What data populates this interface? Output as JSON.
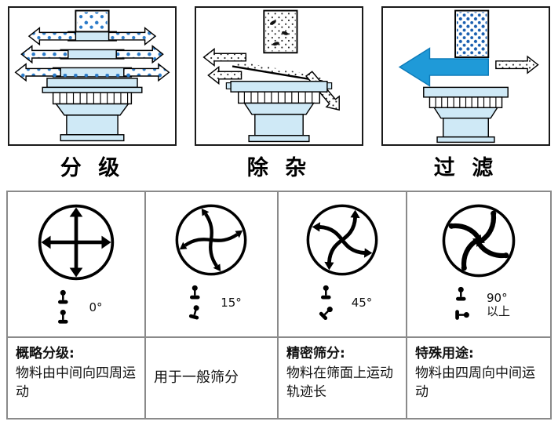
{
  "top_panels": [
    {
      "label": "分 级",
      "icon": "classification-machine-diagram"
    },
    {
      "label": "除 杂",
      "icon": "impurity-removal-machine-diagram"
    },
    {
      "label": "过 滤",
      "icon": "filtration-machine-diagram"
    }
  ],
  "motion_table": {
    "columns": [
      {
        "icon": "cross-arrows-icon",
        "angle": "0°",
        "angle_suffix": "",
        "title": "概略分级:",
        "desc": "物料由中间向四周运动"
      },
      {
        "icon": "slight-swirl-arrows-icon",
        "angle": "15°",
        "angle_suffix": "",
        "title": "",
        "desc": "用于一般筛分"
      },
      {
        "icon": "medium-swirl-arrows-icon",
        "angle": "45°",
        "angle_suffix": "",
        "title": "精密筛分:",
        "desc": "物料在筛面上运动轨迹长"
      },
      {
        "icon": "pinwheel-inward-arrows-icon",
        "angle": "90°",
        "angle_suffix": "以上",
        "title": "特殊用途:",
        "desc": "物料由四周向中间运动"
      }
    ]
  },
  "colors": {
    "machine_fill": "#cfe9f6",
    "dot_blue": "#2b7bc9",
    "big_arrow_blue": "#1f9ad8",
    "outline": "#000000",
    "table_border": "#8a8a8a"
  }
}
